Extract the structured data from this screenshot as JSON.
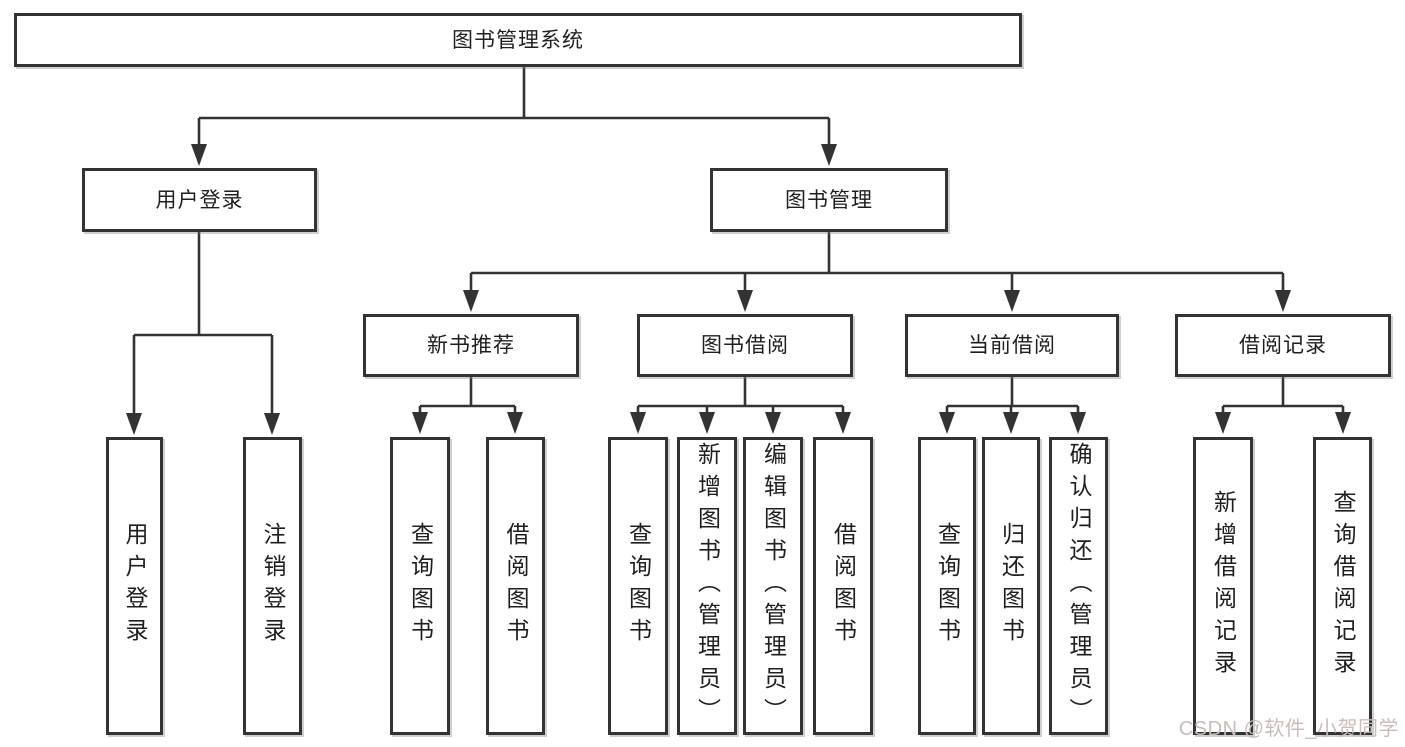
{
  "diagram": {
    "title_node": "图书管理系统",
    "branches": [
      {
        "label": "用户登录",
        "children": [
          "用户登录",
          "注销登录"
        ]
      },
      {
        "label": "图书管理",
        "sections": [
          {
            "label": "新书推荐",
            "children": [
              "查询图书",
              "借阅图书"
            ]
          },
          {
            "label": "图书借阅",
            "children": [
              "查询图书",
              "新增图书（管理员）",
              "编辑图书（管理员）",
              "借阅图书"
            ]
          },
          {
            "label": "当前借阅",
            "children": [
              "查询图书",
              "归还图书",
              "确认归还（管理员）"
            ]
          },
          {
            "label": "借阅记录",
            "children": [
              "新增借阅记录",
              "查询借阅记录"
            ]
          }
        ]
      }
    ]
  },
  "watermark": {
    "text": "CSDN @软件_小贺同学"
  },
  "colors": {
    "line": "#333333",
    "box_border": "#333333",
    "text": "#1f1f1f",
    "background": "#ffffff",
    "watermark": "#c8bcbc"
  }
}
